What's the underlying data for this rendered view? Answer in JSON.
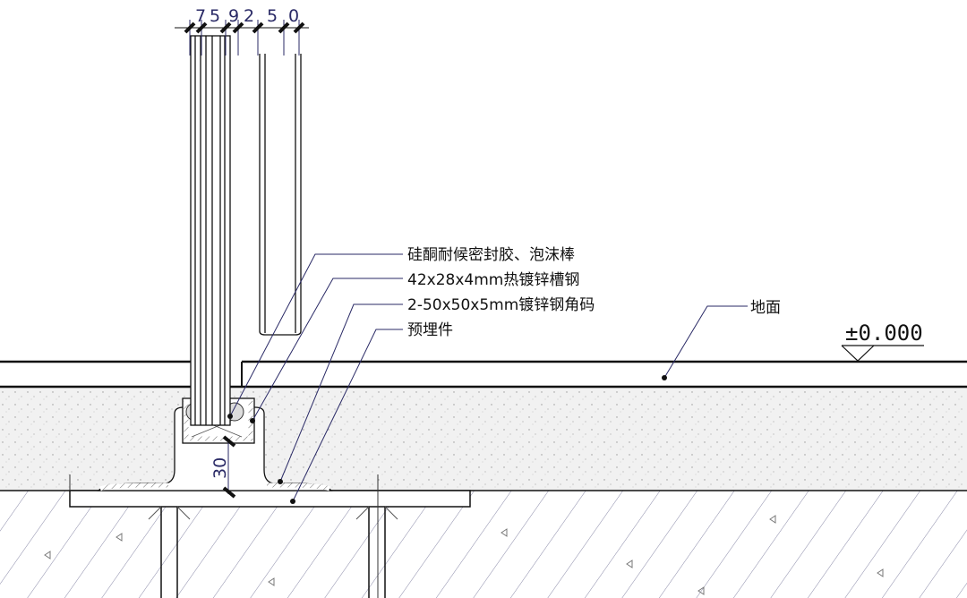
{
  "drawing": {
    "top_dimensions": [
      "7",
      "5",
      "9",
      "2",
      "5",
      "0"
    ],
    "vertical_dimension": "30",
    "labels": {
      "sealant": "硅酮耐候密封胶、泡沫棒",
      "channel_steel": "42x28x4mm热镀锌槽钢",
      "angle_bracket": "2-50x50x5mm镀锌钢角码",
      "embedded_part": "预埋件",
      "ground": "地面",
      "elevation": "±0.000"
    },
    "colors": {
      "line": "#111111",
      "leader": "#2a2a66",
      "concrete": "#f1f1f1",
      "hatch": "#8a8aa8"
    }
  }
}
